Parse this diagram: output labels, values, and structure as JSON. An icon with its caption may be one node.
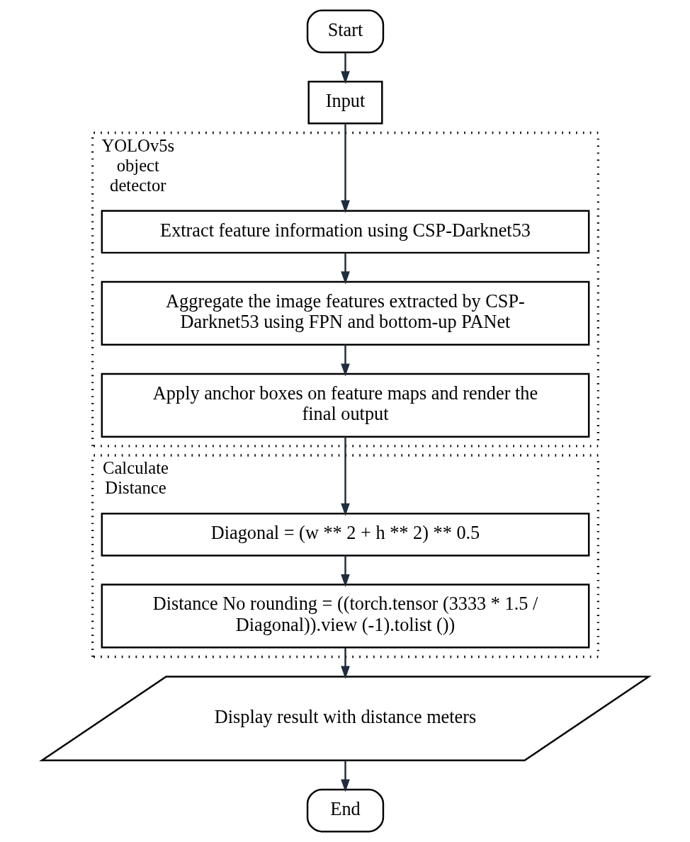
{
  "diagram": {
    "nodes": [
      {
        "text": [
          "Start"
        ]
      },
      {
        "text": [
          "Input"
        ]
      },
      {
        "text": [
          "YOLOv5s object detector"
        ]
      },
      {
        "text": [
          "Extract feature information using CSP-Darknet53"
        ],
        "in": 2
      },
      {
        "text": [
          "Aggregate the image features extracted by CSP-Darknet53 using FPN and bottom-up PANet"
        ],
        "in": 2
      },
      {
        "text": [
          "Apply anchor boxes on feature maps and render the final output"
        ],
        "in": 2
      },
      {
        "text": [
          "Calculate Distance"
        ]
      },
      {
        "text": [
          "Diagonal = (w ** 2 + h ** 2) ** 0.5"
        ],
        "in": 6
      },
      {
        "text": [
          "Distance No rounding = ((torch.tensor (3333 * 1.5 / Diagonal)).view (-1).tolist ())"
        ],
        "in": 6
      },
      {
        "text": [
          "Display result with distance meters"
        ]
      },
      {
        "text": [
          "End"
        ]
      }
    ],
    "edges": [
      {
        "from": 0,
        "to": 1,
        "arrow": "to"
      },
      {
        "from": 1,
        "to": 3,
        "arrow": "to"
      },
      {
        "from": 3,
        "to": 4,
        "arrow": "to"
      },
      {
        "from": 4,
        "to": 5,
        "arrow": "to"
      },
      {
        "from": 5,
        "to": 7,
        "arrow": "to"
      },
      {
        "from": 7,
        "to": 8,
        "arrow": "to"
      },
      {
        "from": 8,
        "to": 9,
        "arrow": "to"
      },
      {
        "from": 9,
        "to": 10,
        "arrow": "to"
      }
    ]
  }
}
